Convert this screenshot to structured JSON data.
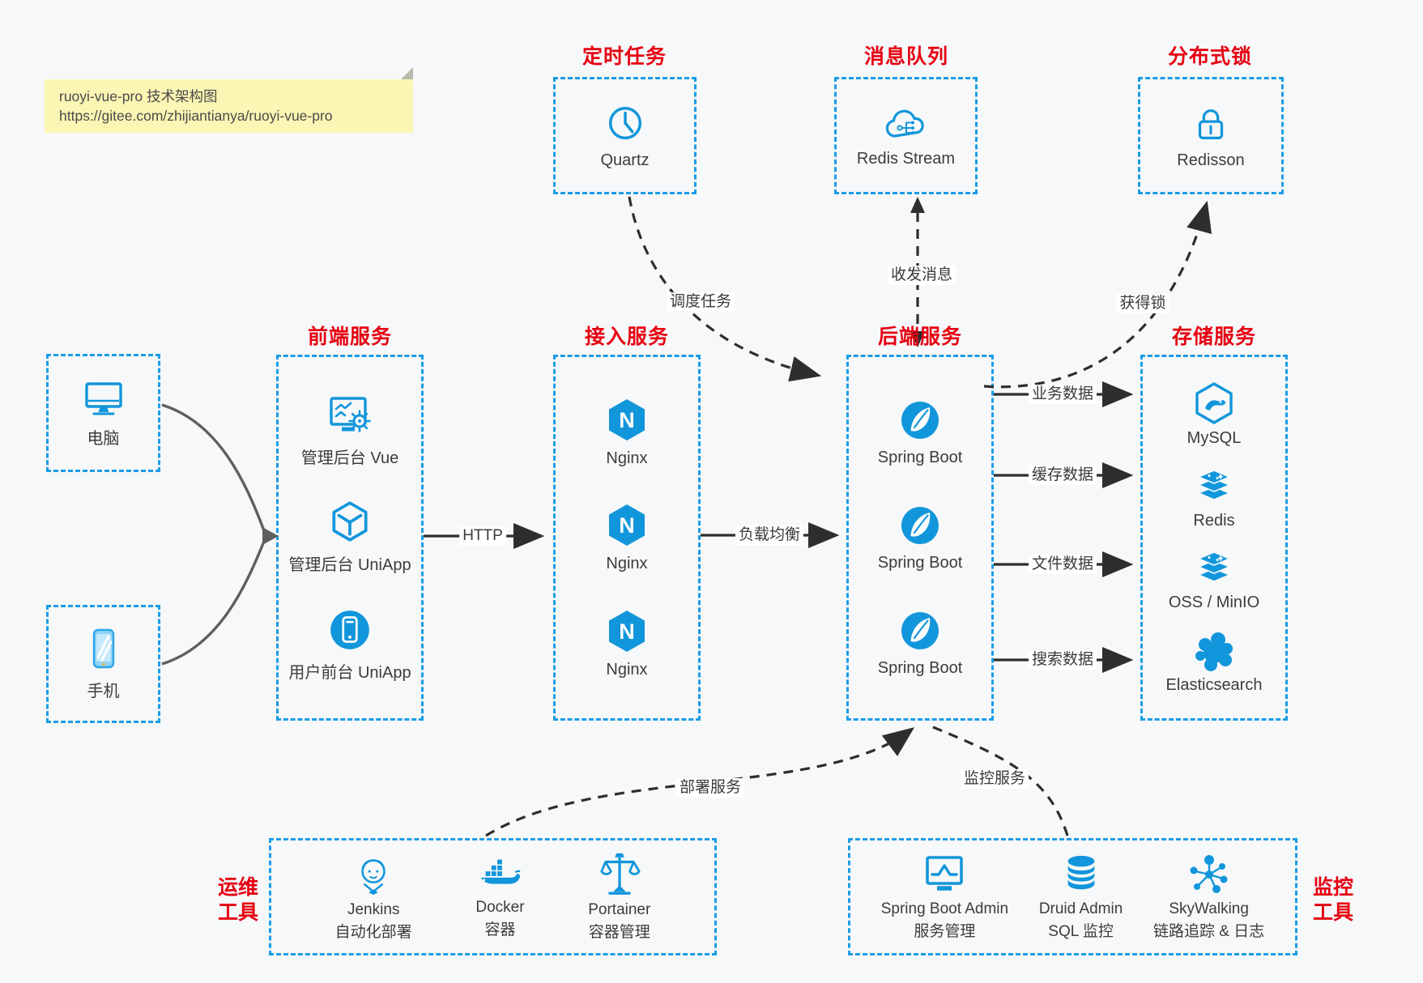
{
  "note": {
    "line1": "ruoyi-vue-pro 技术架构图",
    "line2": "https://gitee.com/zhijiantianya/ruoyi-vue-pro"
  },
  "top_groups": [
    {
      "title": "定时任务",
      "item": "Quartz"
    },
    {
      "title": "消息队列",
      "item": "Redis Stream"
    },
    {
      "title": "分布式锁",
      "item": "Redisson"
    }
  ],
  "devices": [
    {
      "label": "电脑"
    },
    {
      "label": "手机"
    }
  ],
  "columns": {
    "frontend": {
      "title": "前端服务",
      "items": [
        "管理后台 Vue",
        "管理后台 UniApp",
        "用户前台 UniApp"
      ]
    },
    "gateway": {
      "title": "接入服务",
      "items": [
        "Nginx",
        "Nginx",
        "Nginx"
      ]
    },
    "backend": {
      "title": "后端服务",
      "items": [
        "Spring Boot",
        "Spring Boot",
        "Spring Boot"
      ]
    },
    "storage": {
      "title": "存储服务",
      "items": [
        "MySQL",
        "Redis",
        "OSS / MinIO",
        "Elasticsearch"
      ]
    }
  },
  "edges": {
    "http": "HTTP",
    "load_balance": "负载均衡",
    "schedule": "调度任务",
    "messages": "收发消息",
    "lock": "获得锁",
    "business_data": "业务数据",
    "cache_data": "缓存数据",
    "file_data": "文件数据",
    "search_data": "搜索数据",
    "deploy": "部署服务",
    "monitor": "监控服务"
  },
  "ops": {
    "label_line1": "运维",
    "label_line2": "工具",
    "items": [
      {
        "name": "Jenkins",
        "desc": "自动化部署"
      },
      {
        "name": "Docker",
        "desc": "容器"
      },
      {
        "name": "Portainer",
        "desc": "容器管理"
      }
    ]
  },
  "monitoring": {
    "label_line1": "监控",
    "label_line2": "工具",
    "items": [
      {
        "name": "Spring Boot Admin",
        "desc": "服务管理"
      },
      {
        "name": "Druid Admin",
        "desc": "SQL 监控"
      },
      {
        "name": "SkyWalking",
        "desc": "链路追踪 & 日志"
      }
    ]
  },
  "icons": {
    "nginx_letter": "N",
    "names": [
      "clock-icon",
      "cloud-stream-icon",
      "lock-icon",
      "monitor-icon",
      "phone-icon",
      "admin-vue-icon",
      "uniapp-cube-icon",
      "user-uniapp-icon",
      "nginx-icon",
      "springboot-icon",
      "mysql-icon",
      "redis-stack-icon",
      "oss-stack-icon",
      "elasticsearch-icon",
      "jenkins-icon",
      "docker-icon",
      "portainer-icon",
      "sba-icon",
      "druid-icon",
      "skywalking-icon"
    ]
  },
  "colors": {
    "border_blue": "#1b9ce6",
    "icon_blue": "#1296db",
    "title_red": "#e60012",
    "arrow_black": "#2e2e2e",
    "device_arrow_gray": "#5f5f5f",
    "note_bg": "#fbf6b4",
    "page_bg": "#f7f8f9"
  }
}
